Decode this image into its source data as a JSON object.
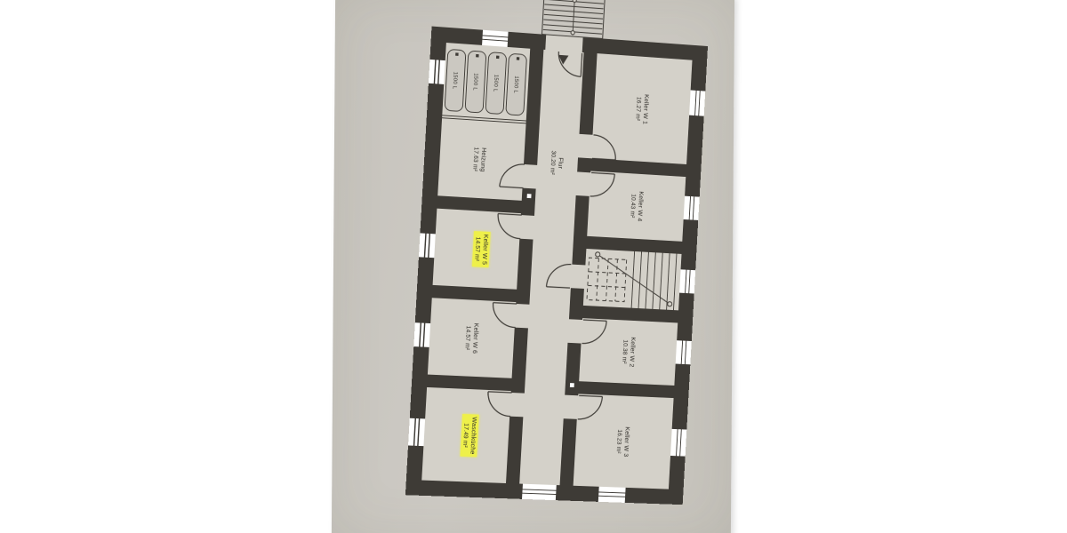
{
  "rooms": {
    "w1": {
      "name": "Keller W 1",
      "area": "16.27 m²",
      "highlighted": false
    },
    "w4": {
      "name": "Keller W 4",
      "area": "10.43 m²",
      "highlighted": false
    },
    "w2": {
      "name": "Keller W 2",
      "area": "10.38 m²",
      "highlighted": false
    },
    "w3": {
      "name": "Keller W 3",
      "area": "16.23 m²",
      "highlighted": false
    },
    "heizung": {
      "name": "Heizung",
      "area": "17.63 m²",
      "highlighted": false
    },
    "w5": {
      "name": "Keller W 5",
      "area": "14.57 m²",
      "highlighted": true
    },
    "w6": {
      "name": "Keller W 6",
      "area": "14.57 m²",
      "highlighted": false
    },
    "waschkueche": {
      "name": "Waschküche",
      "area": "17.49 m²",
      "highlighted": true
    },
    "flur": {
      "name": "Flur",
      "area": "30.20 m²",
      "highlighted": false
    }
  },
  "tanks": {
    "items": [
      {
        "label": "1500 L"
      },
      {
        "label": "1500 L"
      },
      {
        "label": "1500 L"
      },
      {
        "label": "1500 L"
      }
    ]
  },
  "colors": {
    "background": "#ffffff",
    "paper": "#c9c6bf",
    "room_fill": "#d4d1c9",
    "wall_ink": "#3e3b36",
    "highlight": "#eef04a"
  }
}
